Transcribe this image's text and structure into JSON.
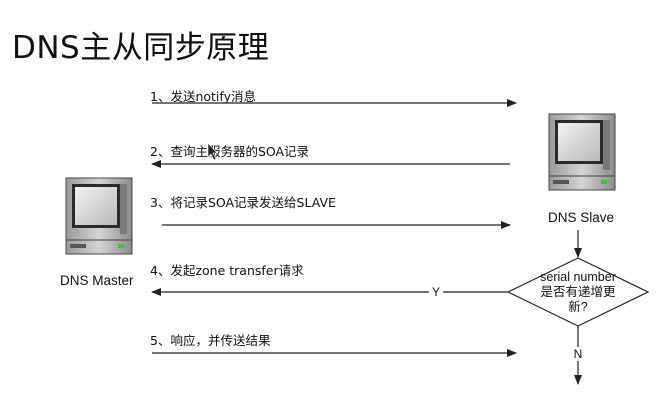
{
  "title": "DNS主从同步原理",
  "nodes": {
    "master": "DNS Master",
    "slave": "DNS Slave"
  },
  "decision": {
    "line1": "serial number",
    "line2": "是否有递增更",
    "line3": "新?",
    "yes_label": "Y",
    "no_label": "N"
  },
  "steps": [
    {
      "label": "1、发送notify消息",
      "direction": "to-slave"
    },
    {
      "label": "2、查询主服务器的SOA记录",
      "direction": "to-master"
    },
    {
      "label": "3、将记录SOA记录发送给SLAVE",
      "direction": "to-slave"
    },
    {
      "label": "4、发起zone transfer请求",
      "direction": "to-master"
    },
    {
      "label": "5、响应，并传送结果",
      "direction": "to-slave"
    }
  ]
}
